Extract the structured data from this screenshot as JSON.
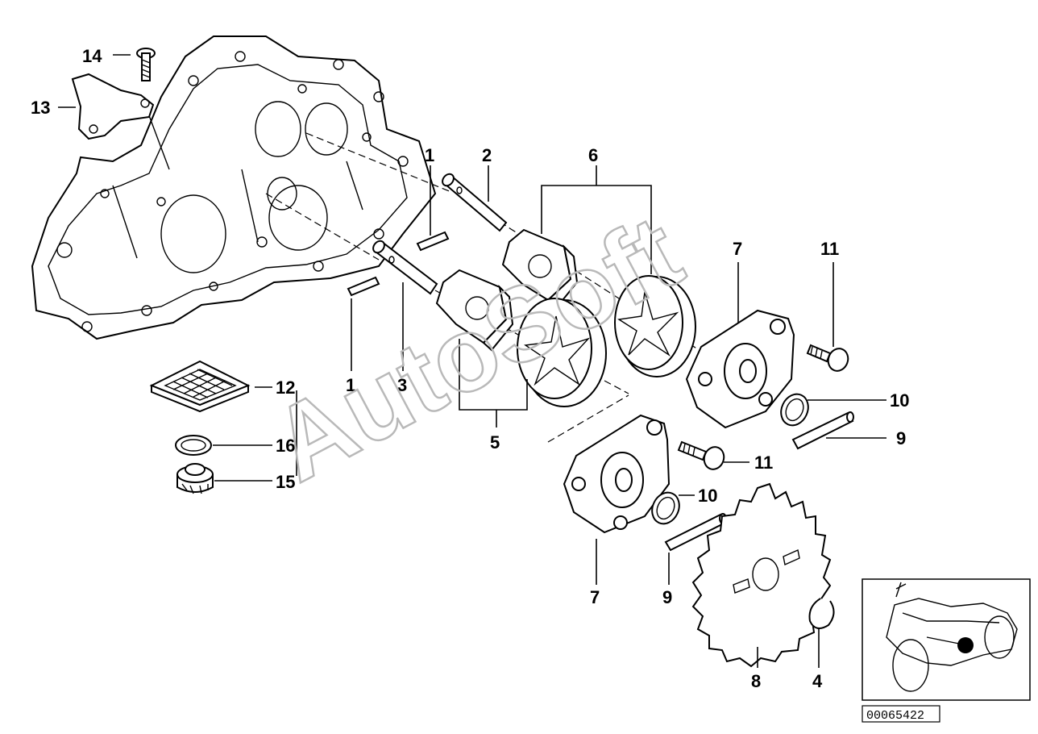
{
  "watermark": "AutoSoft",
  "reference_number": "00065422",
  "callouts": {
    "c1a": "1",
    "c1b": "1",
    "c2": "2",
    "c3": "3",
    "c4": "4",
    "c5": "5",
    "c6": "6",
    "c7a": "7",
    "c7b": "7",
    "c8": "8",
    "c9a": "9",
    "c9b": "9",
    "c10a": "10",
    "c10b": "10",
    "c11a": "11",
    "c11b": "11",
    "c12": "12",
    "c13": "13",
    "c14": "14",
    "c15": "15",
    "c16": "16"
  },
  "icons": {
    "crankcase": "engine-crankcase-icon",
    "motorcycle": "motorcycle-locator-icon"
  }
}
